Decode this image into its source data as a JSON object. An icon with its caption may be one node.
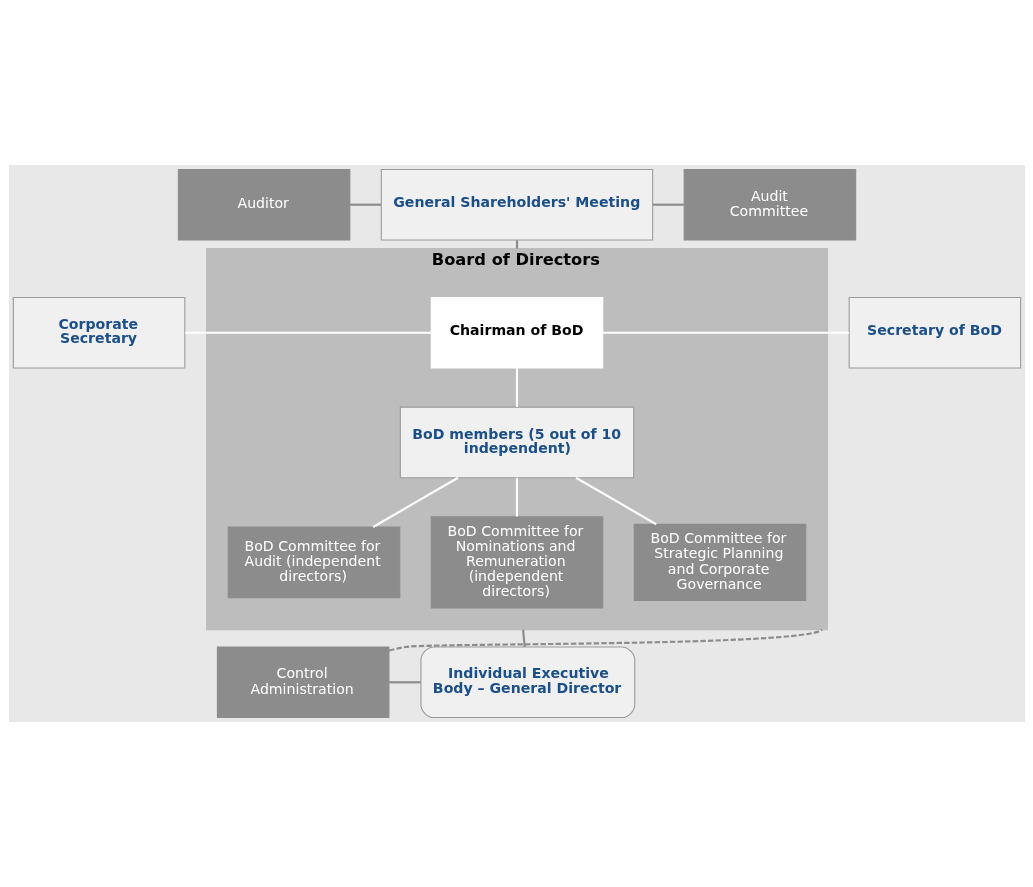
{
  "diagram": {
    "nodes": [
      {
        "text": [
          "Auditor"
        ]
      },
      {
        "text": [
          "General Shareholders' Meeting"
        ]
      },
      {
        "text": [
          "Audit Committee"
        ]
      },
      {
        "text": [
          "Board of Directors"
        ]
      },
      {
        "text": [
          "Corporate Secretary"
        ]
      },
      {
        "text": [
          "Chairman of BoD"
        ],
        "in": 3
      },
      {
        "text": [
          "Secretary of BoD"
        ]
      },
      {
        "text": [
          "BoD members (5 out of 10 independent)"
        ],
        "in": 3
      },
      {
        "text": [
          "BoD Committee for Audit (independent directors)"
        ],
        "in": 3
      },
      {
        "text": [
          "BoD Committee for Nominations and Remuneration (independent directors)"
        ],
        "in": 3
      },
      {
        "text": [
          "BoD Committee for Strategic Planning and Corporate Governance"
        ],
        "in": 3
      },
      {
        "text": [
          "Control Administration"
        ]
      },
      {
        "text": [
          "Individual Executive Body – General Director"
        ]
      }
    ],
    "edges": [
      {
        "from": 0,
        "to": 1,
        "arrow": "none",
        "color": "#8c8c8c"
      },
      {
        "from": 1,
        "to": 2,
        "arrow": "none",
        "color": "#8c8c8c"
      },
      {
        "from": 1,
        "to": 3,
        "arrow": "none",
        "color": "#8c8c8c"
      },
      {
        "from": 4,
        "to": 5,
        "arrow": "none",
        "color": "#ffffff"
      },
      {
        "from": 5,
        "to": 6,
        "arrow": "none",
        "color": "#ffffff"
      },
      {
        "from": 5,
        "to": 7,
        "arrow": "none",
        "color": "#ffffff"
      },
      {
        "from": 7,
        "to": 8,
        "arrow": "none",
        "color": "#ffffff"
      },
      {
        "from": 7,
        "to": 9,
        "arrow": "none",
        "color": "#ffffff"
      },
      {
        "from": 7,
        "to": 10,
        "arrow": "none",
        "color": "#ffffff"
      },
      {
        "from": 3,
        "to": 12,
        "arrow": "none",
        "color": "#8c8c8c"
      },
      {
        "from": 11,
        "to": 12,
        "arrow": "none",
        "color": "#8c8c8c"
      },
      {
        "from": 11,
        "to": 3,
        "arrow": "none",
        "style": "dashed",
        "color": "#8c8c8c"
      }
    ]
  }
}
